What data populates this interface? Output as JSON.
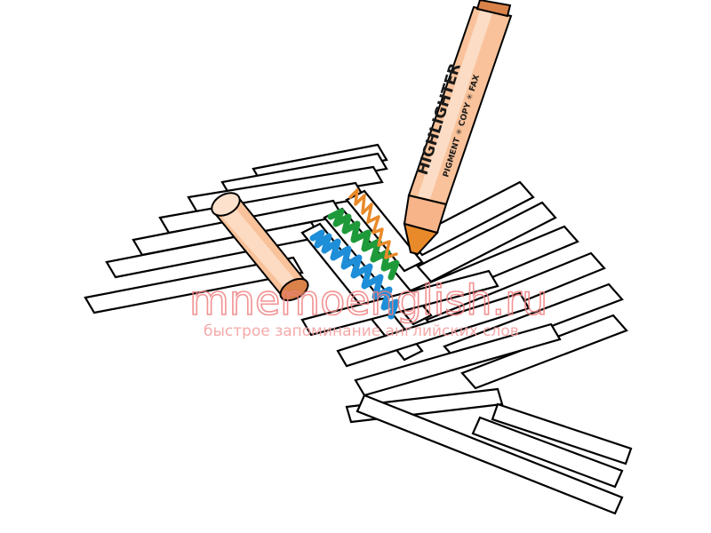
{
  "illustration": {
    "pen_brand": "HIGHLIGHTER",
    "pen_subtext": "PIGMENT ✳ COPY ✳ FAX"
  },
  "watermark": {
    "main": "mnemoenglish.ru",
    "sub": "быстрое запоминание английских слов"
  },
  "colors": {
    "pen_body": "#f9c29a",
    "pen_light": "#fde1cc",
    "pen_dark": "#d9824a",
    "orange_mark": "#e98a2a",
    "green_mark": "#1f9a3a",
    "blue_mark": "#1e8ed8",
    "watermark": "#f08080"
  }
}
